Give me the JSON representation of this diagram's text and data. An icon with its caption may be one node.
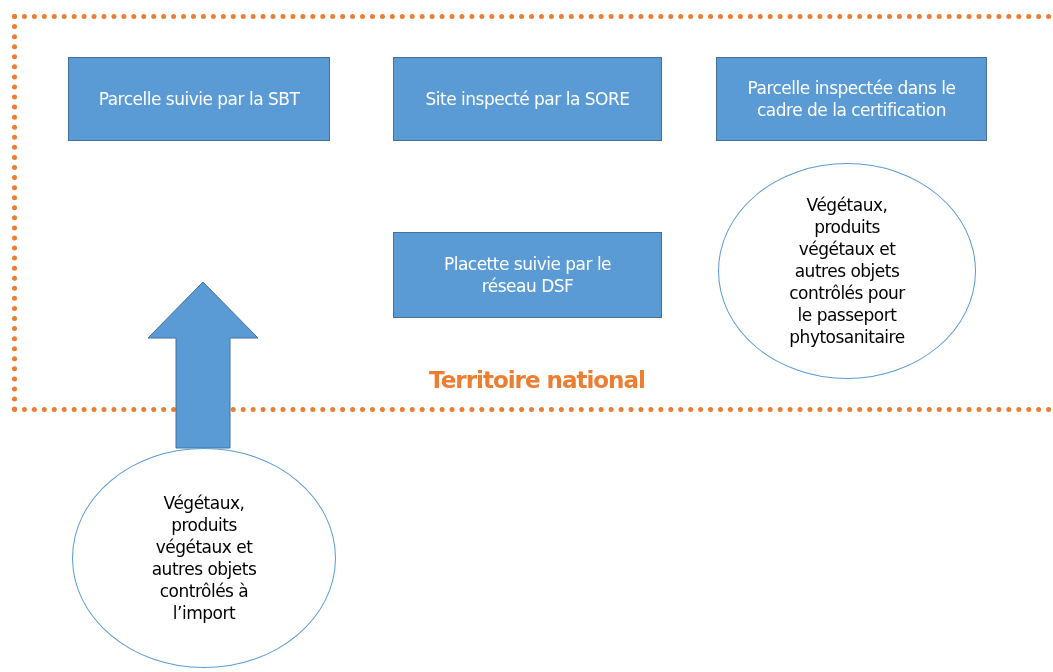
{
  "diagram": {
    "nodes": [
      {
        "text": [
          "Territoire national"
        ]
      },
      {
        "text": [
          "Parcelle suivie par la SBT"
        ],
        "in": 0
      },
      {
        "text": [
          "Site inspecté par la SORE"
        ],
        "in": 0
      },
      {
        "text": [
          "Parcelle inspectée dans le cadre de la certification"
        ],
        "in": 0
      },
      {
        "text": [
          "Placette suivie par le réseau DSF"
        ],
        "in": 0
      },
      {
        "text": [
          "Végétaux, produits végétaux et autres objets contrôlés pour le passeport phytosanitaire"
        ],
        "in": 0
      },
      {
        "text": [
          "Végétaux, produits végétaux et autres objets contrôlés à l’import"
        ]
      }
    ],
    "edges": [
      {
        "from": 6,
        "to": 0,
        "arrow": "to",
        "style": "thick",
        "color": "#5b9bd5"
      }
    ]
  }
}
